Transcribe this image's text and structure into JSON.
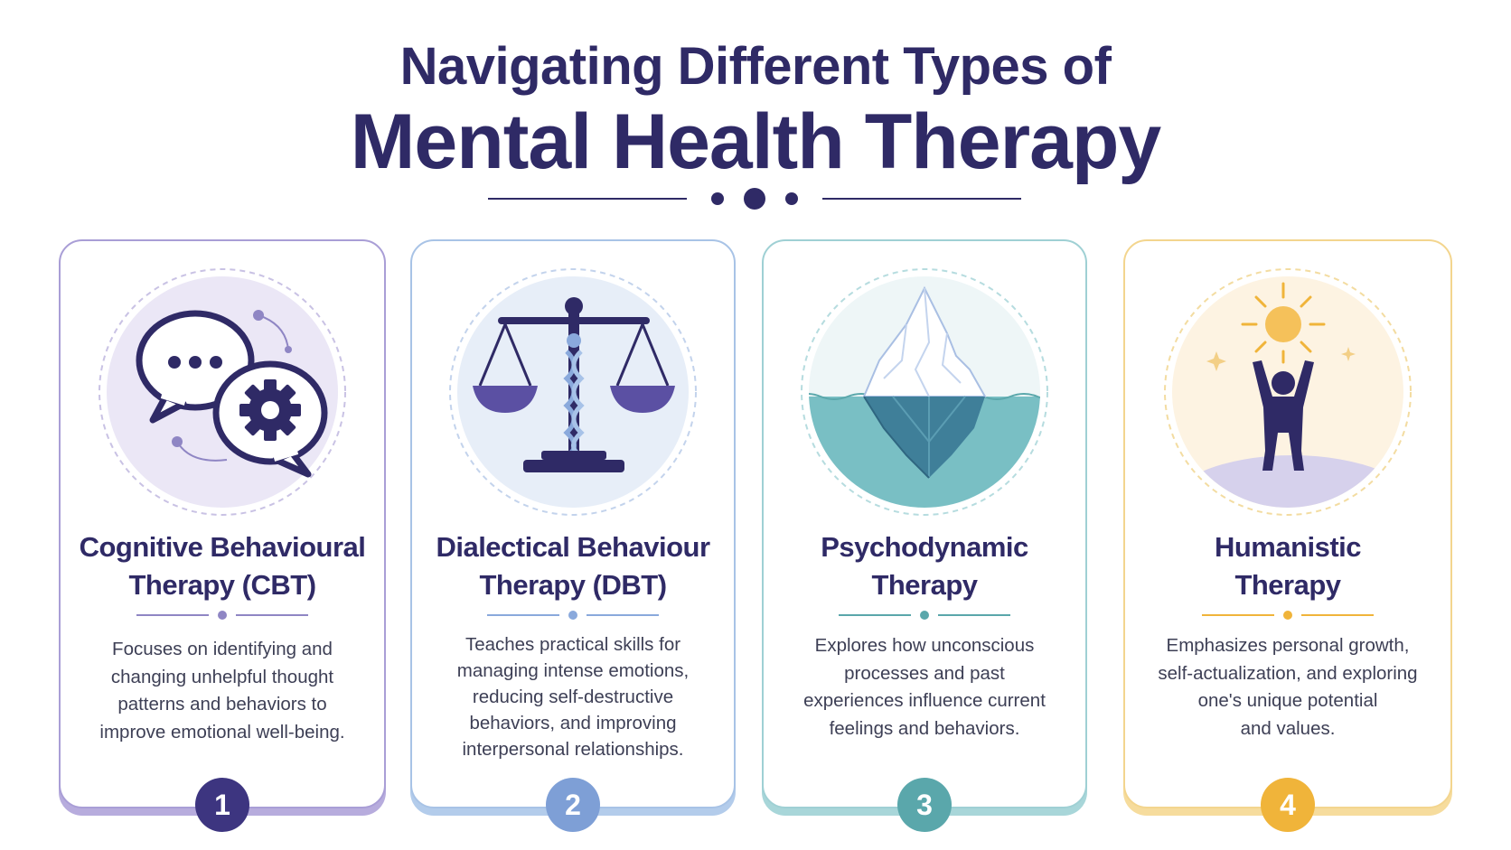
{
  "header": {
    "title_line1": "Navigating Different Types of",
    "title_line2": "Mental Health Therapy"
  },
  "colors": {
    "navy": "#2f2a66",
    "cbt": "#3d3580",
    "dbt": "#7e9fd6",
    "psychodynamic": "#5aa7ab",
    "humanistic": "#f0b43a"
  },
  "cards": [
    {
      "title_lines": [
        "Cognitive Behavioural",
        "Therapy (CBT)"
      ],
      "desc_lines": [
        "Focuses on identifying and",
        "changing unhelpful thought",
        "patterns and behaviors to",
        "improve emotional well-being."
      ],
      "number": "1",
      "icon": "speech-bubbles-gear-icon"
    },
    {
      "title_lines": [
        "Dialectical Behaviour",
        "Therapy (DBT)"
      ],
      "desc_lines": [
        "Teaches practical skills for",
        "managing intense emotions,",
        "reducing self-destructive",
        "behaviors, and improving",
        "interpersonal relationships."
      ],
      "number": "2",
      "icon": "balance-scale-icon"
    },
    {
      "title_lines": [
        "Psychodynamic",
        "Therapy"
      ],
      "desc_lines": [
        "Explores how unconscious",
        "processes and past",
        "experiences influence current",
        "feelings and behaviors."
      ],
      "number": "3",
      "icon": "iceberg-icon"
    },
    {
      "title_lines": [
        "Humanistic",
        "Therapy"
      ],
      "desc_lines": [
        "Emphasizes personal growth,",
        "self-actualization, and exploring",
        "one's unique potential",
        "and values."
      ],
      "number": "4",
      "icon": "sun-person-icon"
    }
  ]
}
